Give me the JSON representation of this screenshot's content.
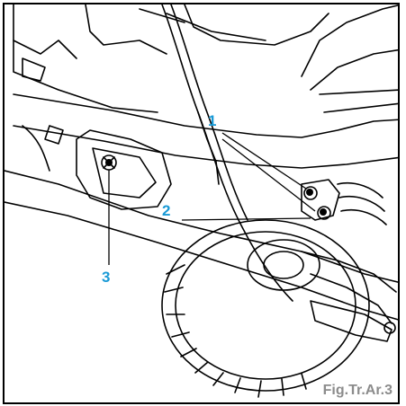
{
  "callouts": [
    {
      "id": "1",
      "label": "1"
    },
    {
      "id": "2",
      "label": "2"
    },
    {
      "id": "3",
      "label": "3"
    }
  ],
  "caption": "Fig.Tr.Ar.3",
  "colors": {
    "callout": "#1a9ad6",
    "caption": "#8c8c8c",
    "line": "#000000"
  }
}
